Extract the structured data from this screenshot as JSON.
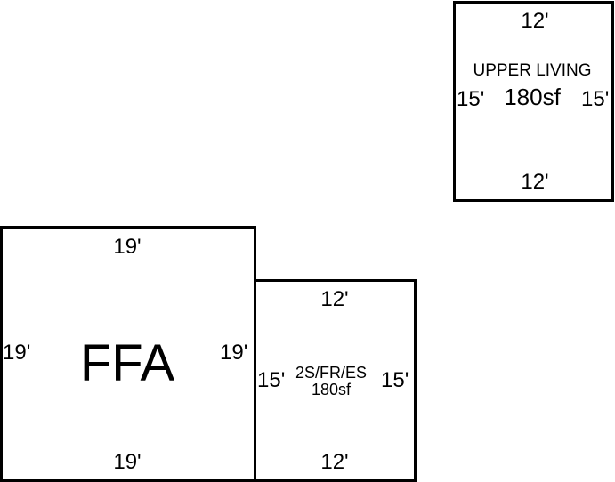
{
  "rooms": {
    "upper_living": {
      "top": "12'",
      "bottom": "12'",
      "left": "15'",
      "right": "15'",
      "name": "UPPER LIVING",
      "area": "180sf"
    },
    "ffa": {
      "top": "19'",
      "bottom": "19'",
      "left": "19'",
      "right": "19'",
      "name": "FFA"
    },
    "two_story": {
      "top": "12'",
      "bottom": "12'",
      "left": "15'",
      "right": "15'",
      "name": "2S/FR/ES",
      "area": "180sf"
    }
  }
}
